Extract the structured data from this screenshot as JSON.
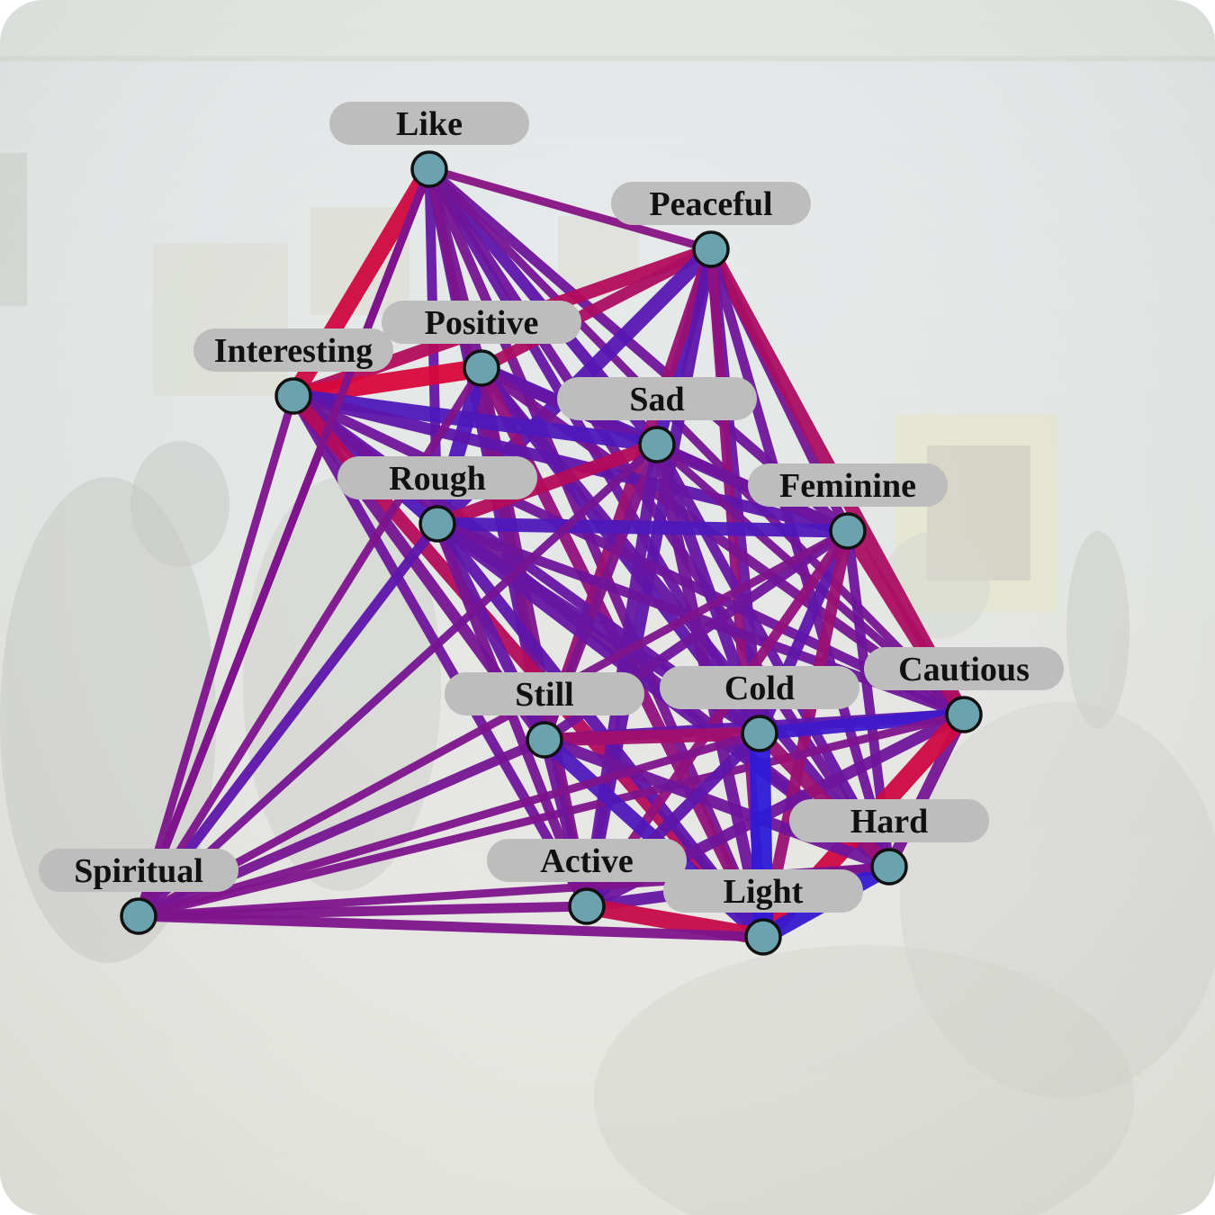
{
  "colors": {
    "negative": "#d8073a",
    "positive": "#2e1ad8",
    "node_fill": "#6aa3ad",
    "label_bg": "#bdbdbd"
  },
  "nodes": [
    {
      "id": "like",
      "label": "Like"
    },
    {
      "id": "peaceful",
      "label": "Peaceful"
    },
    {
      "id": "positive",
      "label": "Positive"
    },
    {
      "id": "interesting",
      "label": "Interesting"
    },
    {
      "id": "sad",
      "label": "Sad"
    },
    {
      "id": "rough",
      "label": "Rough"
    },
    {
      "id": "feminine",
      "label": "Feminine"
    },
    {
      "id": "cautious",
      "label": "Cautious"
    },
    {
      "id": "still",
      "label": "Still"
    },
    {
      "id": "cold",
      "label": "Cold"
    },
    {
      "id": "hard",
      "label": "Hard"
    },
    {
      "id": "active",
      "label": "Active"
    },
    {
      "id": "light",
      "label": "Light"
    },
    {
      "id": "spiritual",
      "label": "Spiritual"
    }
  ],
  "edges": [
    {
      "source": "like",
      "target": "interesting",
      "weight": 0.8,
      "sign": -0.9
    },
    {
      "source": "like",
      "target": "peaceful",
      "weight": 0.3,
      "sign": -0.1
    },
    {
      "source": "like",
      "target": "positive",
      "weight": 0.4,
      "sign": 0.1
    },
    {
      "source": "like",
      "target": "sad",
      "weight": 0.5,
      "sign": 0.4
    },
    {
      "source": "like",
      "target": "rough",
      "weight": 0.4,
      "sign": 0.3
    },
    {
      "source": "like",
      "target": "feminine",
      "weight": 0.4,
      "sign": 0.2
    },
    {
      "source": "like",
      "target": "cautious",
      "weight": 0.3,
      "sign": 0.1
    },
    {
      "source": "like",
      "target": "still",
      "weight": 0.4,
      "sign": 0.3
    },
    {
      "source": "like",
      "target": "cold",
      "weight": 0.4,
      "sign": 0.3
    },
    {
      "source": "like",
      "target": "hard",
      "weight": 0.4,
      "sign": 0.2
    },
    {
      "source": "like",
      "target": "active",
      "weight": 0.3,
      "sign": 0.0
    },
    {
      "source": "like",
      "target": "light",
      "weight": 0.4,
      "sign": 0.1
    },
    {
      "source": "like",
      "target": "spiritual",
      "weight": 0.3,
      "sign": 0.0
    },
    {
      "source": "peaceful",
      "target": "interesting",
      "weight": 0.6,
      "sign": -0.6
    },
    {
      "source": "peaceful",
      "target": "positive",
      "weight": 0.5,
      "sign": -0.5
    },
    {
      "source": "peaceful",
      "target": "sad",
      "weight": 0.6,
      "sign": 0.6
    },
    {
      "source": "peaceful",
      "target": "rough",
      "weight": 0.7,
      "sign": 0.5
    },
    {
      "source": "peaceful",
      "target": "feminine",
      "weight": 0.4,
      "sign": 0.1
    },
    {
      "source": "peaceful",
      "target": "cautious",
      "weight": 0.6,
      "sign": -0.5
    },
    {
      "source": "peaceful",
      "target": "still",
      "weight": 0.5,
      "sign": -0.3
    },
    {
      "source": "peaceful",
      "target": "cold",
      "weight": 0.5,
      "sign": 0.3
    },
    {
      "source": "peaceful",
      "target": "hard",
      "weight": 0.4,
      "sign": 0.2
    },
    {
      "source": "peaceful",
      "target": "active",
      "weight": 0.5,
      "sign": 0.4
    },
    {
      "source": "peaceful",
      "target": "light",
      "weight": 0.4,
      "sign": -0.2
    },
    {
      "source": "positive",
      "target": "interesting",
      "weight": 0.9,
      "sign": -1.0
    },
    {
      "source": "positive",
      "target": "sad",
      "weight": 0.6,
      "sign": 0.5
    },
    {
      "source": "positive",
      "target": "rough",
      "weight": 0.7,
      "sign": 0.6
    },
    {
      "source": "positive",
      "target": "feminine",
      "weight": 0.5,
      "sign": 0.3
    },
    {
      "source": "positive",
      "target": "still",
      "weight": 0.4,
      "sign": 0.1
    },
    {
      "source": "positive",
      "target": "cold",
      "weight": 0.5,
      "sign": 0.4
    },
    {
      "source": "positive",
      "target": "cautious",
      "weight": 0.4,
      "sign": 0.1
    },
    {
      "source": "positive",
      "target": "hard",
      "weight": 0.4,
      "sign": 0.3
    },
    {
      "source": "positive",
      "target": "active",
      "weight": 0.4,
      "sign": 0.0
    },
    {
      "source": "positive",
      "target": "light",
      "weight": 0.5,
      "sign": -0.2
    },
    {
      "source": "interesting",
      "target": "sad",
      "weight": 0.7,
      "sign": 0.6
    },
    {
      "source": "interesting",
      "target": "rough",
      "weight": 0.7,
      "sign": 0.6
    },
    {
      "source": "interesting",
      "target": "feminine",
      "weight": 0.5,
      "sign": 0.4
    },
    {
      "source": "interesting",
      "target": "cautious",
      "weight": 0.4,
      "sign": 0.2
    },
    {
      "source": "interesting",
      "target": "still",
      "weight": 0.5,
      "sign": 0.1
    },
    {
      "source": "interesting",
      "target": "cold",
      "weight": 0.4,
      "sign": 0.3
    },
    {
      "source": "interesting",
      "target": "hard",
      "weight": 0.5,
      "sign": 0.2
    },
    {
      "source": "interesting",
      "target": "active",
      "weight": 0.4,
      "sign": 0.2
    },
    {
      "source": "interesting",
      "target": "light",
      "weight": 0.6,
      "sign": -0.6
    },
    {
      "source": "interesting",
      "target": "spiritual",
      "weight": 0.3,
      "sign": 0.0
    },
    {
      "source": "sad",
      "target": "rough",
      "weight": 0.6,
      "sign": -0.6
    },
    {
      "source": "sad",
      "target": "feminine",
      "weight": 0.4,
      "sign": 0.2
    },
    {
      "source": "sad",
      "target": "cautious",
      "weight": 0.3,
      "sign": 0.1
    },
    {
      "source": "sad",
      "target": "still",
      "weight": 0.4,
      "sign": 0.0
    },
    {
      "source": "sad",
      "target": "cold",
      "weight": 0.5,
      "sign": 0.3
    },
    {
      "source": "sad",
      "target": "hard",
      "weight": 0.4,
      "sign": 0.3
    },
    {
      "source": "sad",
      "target": "active",
      "weight": 0.5,
      "sign": 0.3
    },
    {
      "source": "sad",
      "target": "light",
      "weight": 0.5,
      "sign": 0.2
    },
    {
      "source": "rough",
      "target": "feminine",
      "weight": 0.6,
      "sign": 0.6
    },
    {
      "source": "rough",
      "target": "cautious",
      "weight": 0.4,
      "sign": 0.2
    },
    {
      "source": "rough",
      "target": "still",
      "weight": 0.5,
      "sign": 0.3
    },
    {
      "source": "rough",
      "target": "cold",
      "weight": 0.5,
      "sign": 0.3
    },
    {
      "source": "rough",
      "target": "hard",
      "weight": 0.5,
      "sign": 0.3
    },
    {
      "source": "rough",
      "target": "active",
      "weight": 0.4,
      "sign": 0.1
    },
    {
      "source": "rough",
      "target": "light",
      "weight": 0.5,
      "sign": 0.4
    },
    {
      "source": "rough",
      "target": "spiritual",
      "weight": 0.4,
      "sign": 0.4
    },
    {
      "source": "feminine",
      "target": "cautious",
      "weight": 0.6,
      "sign": -0.5
    },
    {
      "source": "feminine",
      "target": "still",
      "weight": 0.4,
      "sign": 0.2
    },
    {
      "source": "feminine",
      "target": "cold",
      "weight": 0.5,
      "sign": 0.4
    },
    {
      "source": "feminine",
      "target": "hard",
      "weight": 0.4,
      "sign": 0.2
    },
    {
      "source": "feminine",
      "target": "active",
      "weight": 0.4,
      "sign": -0.2
    },
    {
      "source": "feminine",
      "target": "light",
      "weight": 0.5,
      "sign": -0.3
    },
    {
      "source": "feminine",
      "target": "spiritual",
      "weight": 0.3,
      "sign": 0.0
    },
    {
      "source": "cautious",
      "target": "still",
      "weight": 0.5,
      "sign": 0.4
    },
    {
      "source": "cautious",
      "target": "cold",
      "weight": 0.6,
      "sign": 0.8
    },
    {
      "source": "cautious",
      "target": "hard",
      "weight": 0.5,
      "sign": 0.1
    },
    {
      "source": "cautious",
      "target": "active",
      "weight": 0.5,
      "sign": 0.2
    },
    {
      "source": "cautious",
      "target": "light",
      "weight": 0.9,
      "sign": -0.9
    },
    {
      "source": "cautious",
      "target": "spiritual",
      "weight": 0.3,
      "sign": 0.0
    },
    {
      "source": "still",
      "target": "cold",
      "weight": 0.6,
      "sign": -0.4
    },
    {
      "source": "still",
      "target": "hard",
      "weight": 0.5,
      "sign": 0.2
    },
    {
      "source": "still",
      "target": "active",
      "weight": 0.4,
      "sign": 0.2
    },
    {
      "source": "still",
      "target": "light",
      "weight": 0.7,
      "sign": 0.6
    },
    {
      "source": "still",
      "target": "spiritual",
      "weight": 0.4,
      "sign": 0.1
    },
    {
      "source": "cold",
      "target": "hard",
      "weight": 0.6,
      "sign": -0.3
    },
    {
      "source": "cold",
      "target": "active",
      "weight": 0.5,
      "sign": 0.4
    },
    {
      "source": "cold",
      "target": "light",
      "weight": 1.0,
      "sign": 1.0
    },
    {
      "source": "cold",
      "target": "spiritual",
      "weight": 0.3,
      "sign": 0.0
    },
    {
      "source": "hard",
      "target": "active",
      "weight": 0.5,
      "sign": 0.3
    },
    {
      "source": "hard",
      "target": "light",
      "weight": 0.8,
      "sign": 0.9
    },
    {
      "source": "hard",
      "target": "spiritual",
      "weight": 0.3,
      "sign": 0.0
    },
    {
      "source": "active",
      "target": "light",
      "weight": 0.8,
      "sign": -0.8
    },
    {
      "source": "active",
      "target": "spiritual",
      "weight": 0.4,
      "sign": 0.0
    },
    {
      "source": "light",
      "target": "spiritual",
      "weight": 0.4,
      "sign": 0.0
    },
    {
      "source": "spiritual",
      "target": "positive",
      "weight": 0.3,
      "sign": 0.0
    },
    {
      "source": "spiritual",
      "target": "sad",
      "weight": 0.3,
      "sign": 0.1
    },
    {
      "source": "spiritual",
      "target": "like",
      "weight": 0.3,
      "sign": 0.0
    }
  ]
}
